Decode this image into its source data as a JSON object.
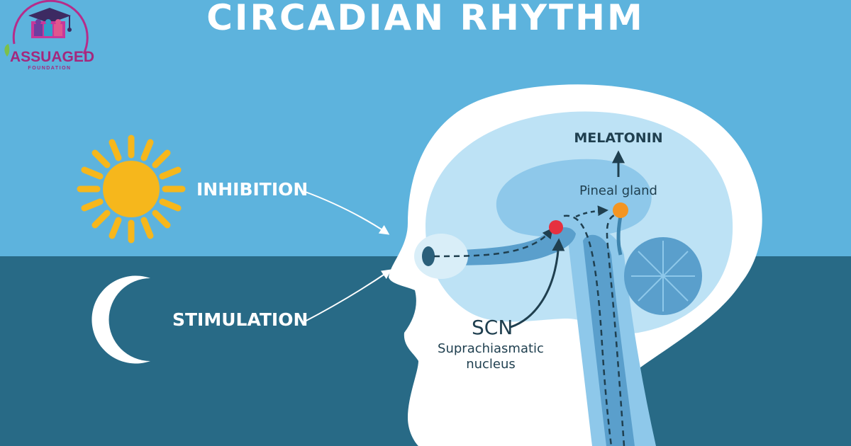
{
  "title": "CIRCADIAN RHYTHM",
  "logo": {
    "name": "ASSUAGED",
    "sub": "FOUNDATION",
    "icon": "graduation-cap-logo"
  },
  "labels": {
    "inhibition": "INHIBITION",
    "stimulation": "STIMULATION",
    "melatonin": "MELATONIN",
    "pineal": "Pineal gland",
    "scn": "SCN",
    "scn_full_1": "Suprachiasmatic",
    "scn_full_2": "nucleus"
  },
  "icons": {
    "sun": "sun-icon",
    "moon": "crescent-moon-icon"
  },
  "colors": {
    "sky_day": "#5db3dd",
    "sky_night": "#286a86",
    "head": "#ffffff",
    "brain_light": "#bde2f5",
    "brain_mid": "#8ec8ea",
    "brain_dark": "#5a9fcc",
    "sun": "#f6b71c",
    "scn_dot": "#e6303f",
    "pineal_dot": "#f49522",
    "logo_magenta": "#b62c8a"
  }
}
